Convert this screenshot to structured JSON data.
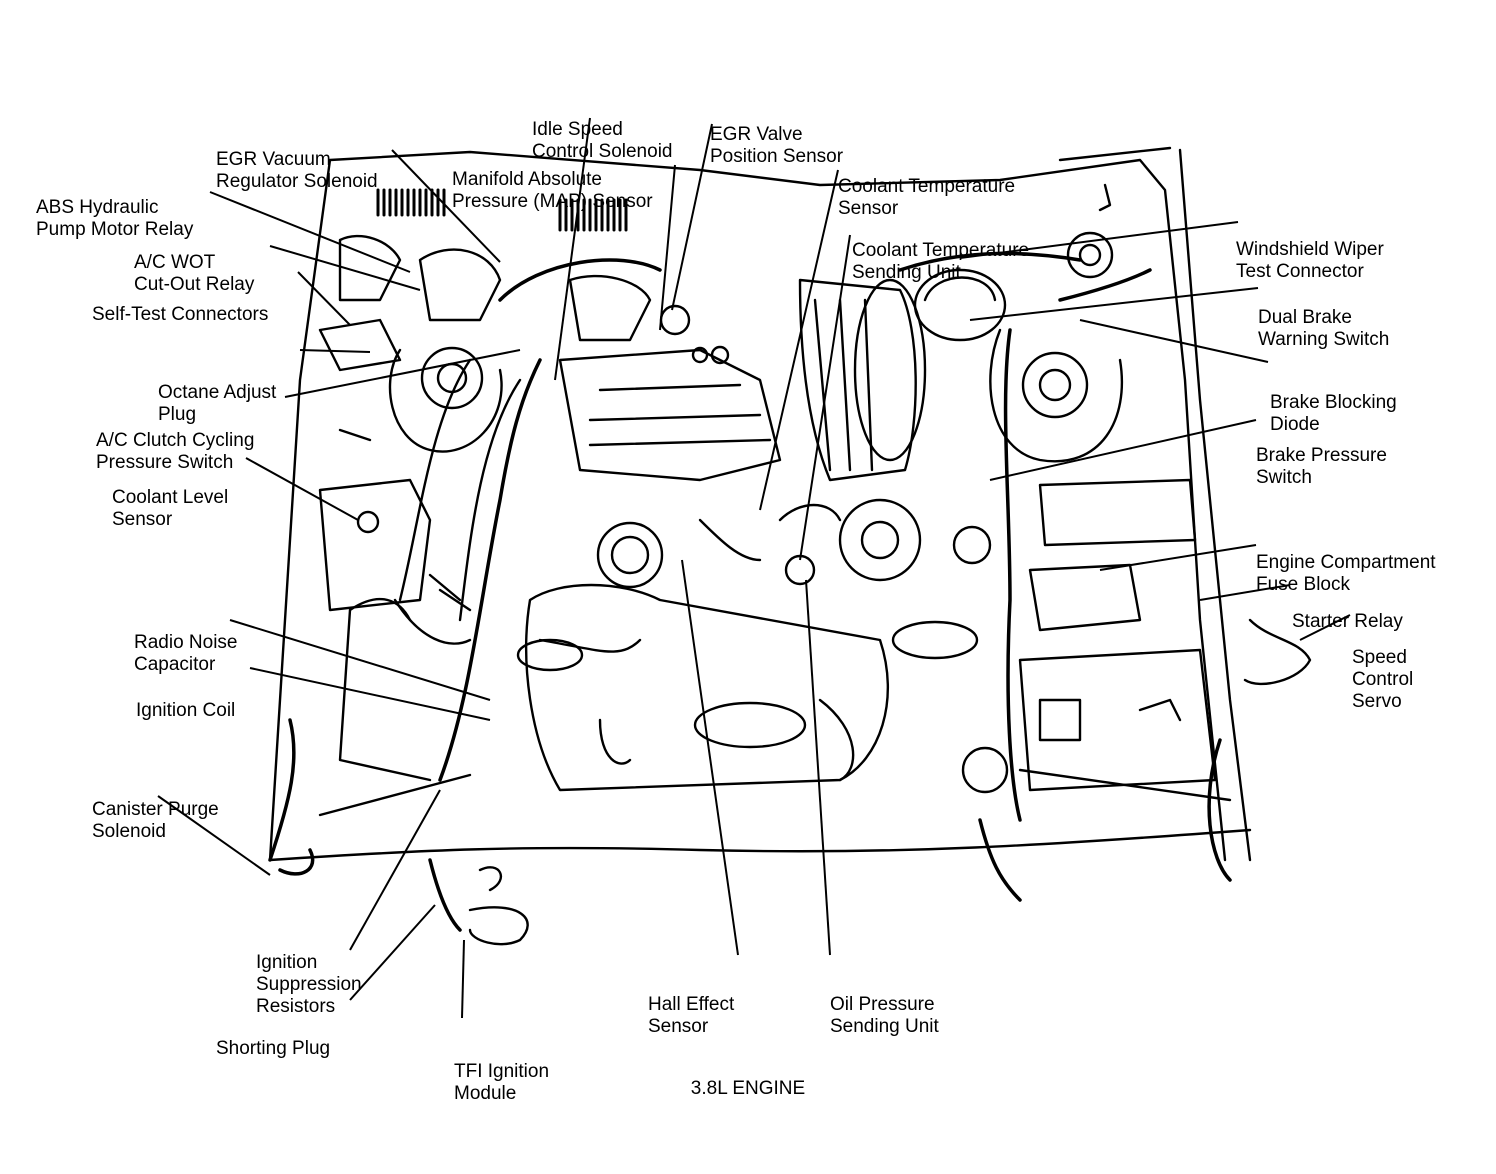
{
  "diagram": {
    "caption": "3.8L ENGINE",
    "labels": {
      "abs_relay": [
        "ABS Hydraulic",
        "Pump Motor Relay"
      ],
      "egr_vacuum": [
        "EGR Vacuum",
        "Regulator Solenoid"
      ],
      "ac_wot": [
        "A/C WOT",
        "Cut-Out Relay"
      ],
      "self_test": [
        "Self-Test Connectors"
      ],
      "octane": [
        "Octane Adjust",
        "Plug"
      ],
      "ac_clutch": [
        "A/C Clutch Cycling",
        "Pressure Switch"
      ],
      "coolant_level": [
        "Coolant Level",
        "Sensor"
      ],
      "radio_noise": [
        "Radio Noise",
        "Capacitor"
      ],
      "ignition_coil": [
        "Ignition Coil"
      ],
      "canister": [
        "Canister Purge",
        "Solenoid"
      ],
      "suppression": [
        "Ignition",
        "Suppression",
        "Resistors"
      ],
      "shorting": [
        "Shorting Plug"
      ],
      "tfi": [
        "TFI Ignition",
        "Module"
      ],
      "idle_speed": [
        "Idle Speed",
        "Control Solenoid"
      ],
      "map_sensor": [
        "Manifold Absolute",
        "Pressure (MAP) Sensor"
      ],
      "egr_position": [
        "EGR Valve",
        "Position Sensor"
      ],
      "coolant_temp_sensor": [
        "Coolant Temperature",
        "Sensor"
      ],
      "coolant_temp_unit": [
        "Coolant Temperature",
        "Sending Unit"
      ],
      "wiper": [
        "Windshield Wiper",
        "Test Connector"
      ],
      "dual_brake": [
        "Dual Brake",
        "Warning Switch"
      ],
      "brake_diode": [
        "Brake Blocking",
        "Diode"
      ],
      "brake_pressure": [
        "Brake Pressure",
        "Switch"
      ],
      "fuse_block": [
        "Engine Compartment",
        "Fuse Block"
      ],
      "starter": [
        "Starter Relay"
      ],
      "speed_servo": [
        "Speed",
        "Control",
        "Servo"
      ],
      "hall_effect": [
        "Hall Effect",
        "Sensor"
      ],
      "oil_pressure": [
        "Oil Pressure",
        "Sending Unit"
      ]
    }
  }
}
